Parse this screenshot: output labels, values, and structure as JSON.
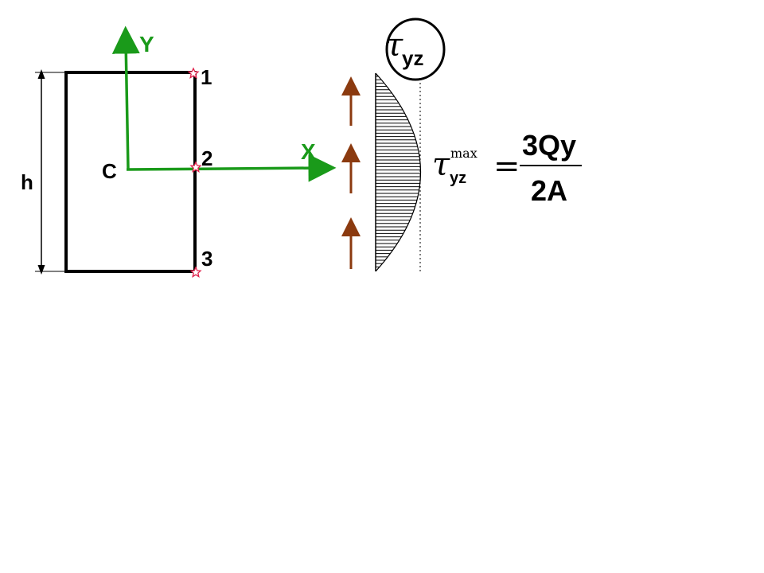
{
  "diagram": {
    "labels": {
      "y_axis": "Y",
      "x_axis": "X",
      "centroid": "C",
      "height": "h",
      "point_1": "1",
      "point_2": "2",
      "point_3": "3"
    },
    "stress_label": {
      "symbol": "τ",
      "subscript": "yz"
    },
    "formula": {
      "symbol": "τ",
      "subscript": "yz",
      "superscript": "max",
      "equals": "=",
      "numerator": "3Qy",
      "denominator": "2A"
    },
    "colors": {
      "axis": "#1a9a1a",
      "arrow": "#8b3a0f",
      "marker": "#e0204a",
      "outline": "#000000"
    }
  }
}
